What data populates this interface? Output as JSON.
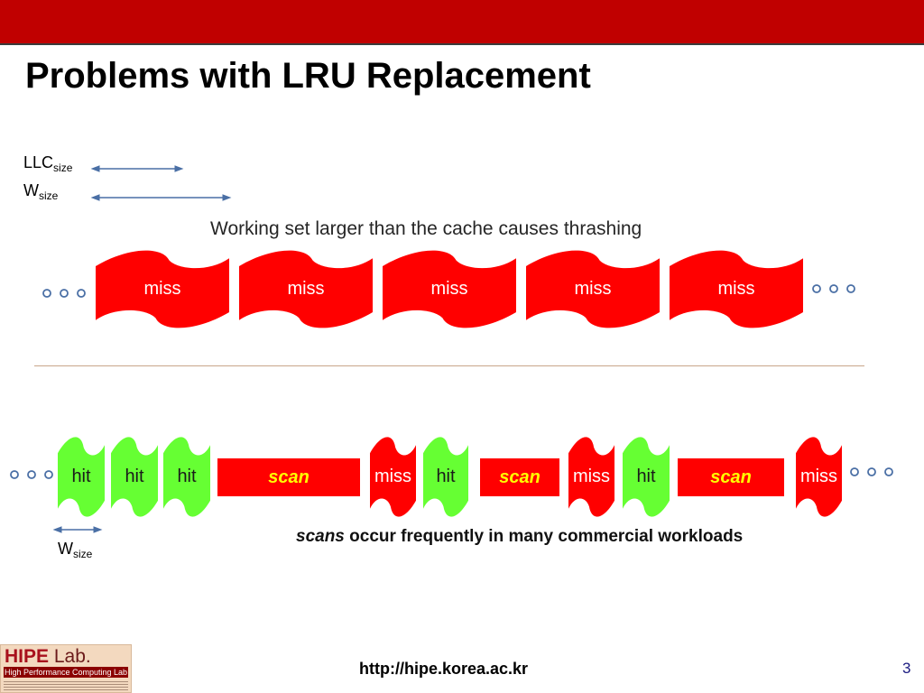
{
  "slide": {
    "title": "Problems with LRU Replacement",
    "page_number": "3",
    "footer_url": "http://hipe.korea.ac.kr"
  },
  "legend": {
    "llc": "LLC",
    "llc_sub": "size",
    "w": "W",
    "w_sub": "size"
  },
  "top_diagram": {
    "caption": "Working set larger than the cache causes thrashing",
    "blocks": [
      "miss",
      "miss",
      "miss",
      "miss",
      "miss"
    ]
  },
  "bottom_diagram": {
    "blocks": [
      "hit",
      "hit",
      "hit",
      "scan",
      "miss",
      "hit",
      "scan",
      "miss",
      "hit",
      "scan",
      "miss"
    ],
    "caption_emph": "scans",
    "caption_rest": " occur frequently in many commercial workloads",
    "w_label": "W",
    "w_sub": "size"
  },
  "logo": {
    "name": "HIPE",
    "suffix": " Lab.",
    "subtitle": "High Performance Computing Lab"
  },
  "colors": {
    "header_red": "#c00000",
    "miss_red": "#ff0000",
    "hit_green": "#66ff33",
    "scan_text": "#ffff00",
    "arrow_blue": "#4a6fa5"
  }
}
